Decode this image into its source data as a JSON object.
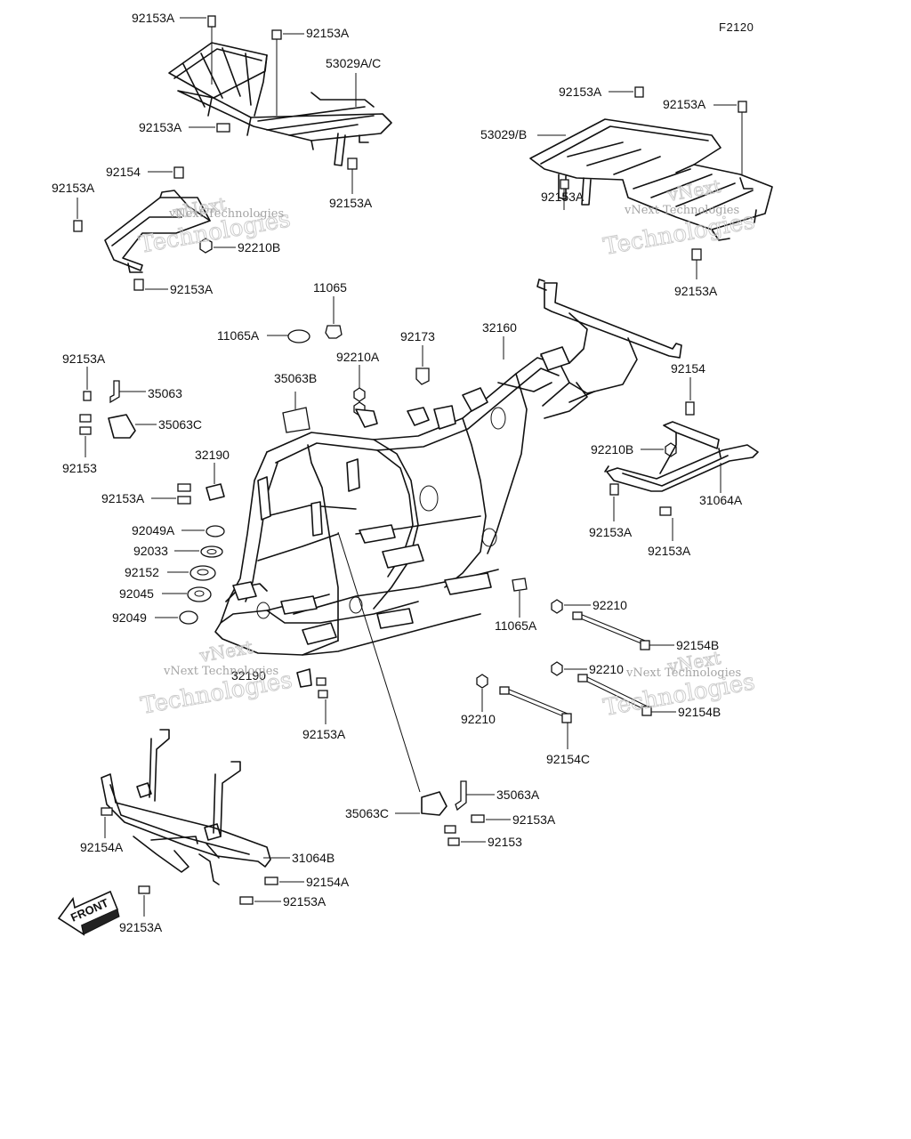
{
  "figure_ref": "F2120",
  "front_marker": "FRONT",
  "watermark": {
    "line1": "vNext",
    "line2": "Technologies",
    "full": "vNext Technologies"
  },
  "labels": {
    "rr_bolt_1": "92153A",
    "rr_bolt_2": "92153A",
    "rr_rack": "53029A/C",
    "rr_bolt_3": "92153A",
    "rr_bolt_4": "92153A",
    "rr_bolt_5": "92154",
    "rr_bolt_6": "92153A",
    "rr_nut": "92210B",
    "rr_bolt_7": "92153A",
    "fr_bolt_1": "92153A",
    "fr_bolt_2": "92153A",
    "fr_rack": "53029/B",
    "fr_bolt_3": "92153A",
    "fr_bolt_4": "92153A",
    "cap_top": "11065",
    "cap_left": "11065A",
    "nut_a": "92210A",
    "clip": "92173",
    "frame": "32160",
    "bolt_92154_r": "92154",
    "nut_b_r": "92210B",
    "guard_rear": "31064A",
    "bolt_r1": "92153A",
    "bolt_r2": "92153A",
    "brk_bolt": "92153A",
    "bracket_35063": "35063",
    "bracket_35063c": "35063C",
    "bolt_92153": "92153",
    "bracket_35063b": "35063B",
    "mount_32190": "32190",
    "mount_bolt": "92153A",
    "collar_92049a": "92049A",
    "washer_92033": "92033",
    "bush_92152": "92152",
    "bush_92045": "92045",
    "collar_92049": "92049",
    "cap_11065a": "11065A",
    "nut_92210_1": "92210",
    "bolt_92154b_1": "92154B",
    "nut_92210_2": "92210",
    "bolt_92154b_2": "92154B",
    "nut_92210_3": "92210",
    "bolt_92154c": "92154C",
    "mount_32190_lower": "32190",
    "mount_lower_bolt": "92153A",
    "bracket_35063a": "35063A",
    "bracket_35063c_lower": "35063C",
    "lower_bolt_92153a": "92153A",
    "lower_bolt_92153": "92153",
    "guard_front_bolt": "92154A",
    "guard_front": "31064B",
    "guard_front_bolt_2": "92154A",
    "guard_front_bolt_3": "92153A",
    "guard_front_bolt_4": "92153A"
  }
}
